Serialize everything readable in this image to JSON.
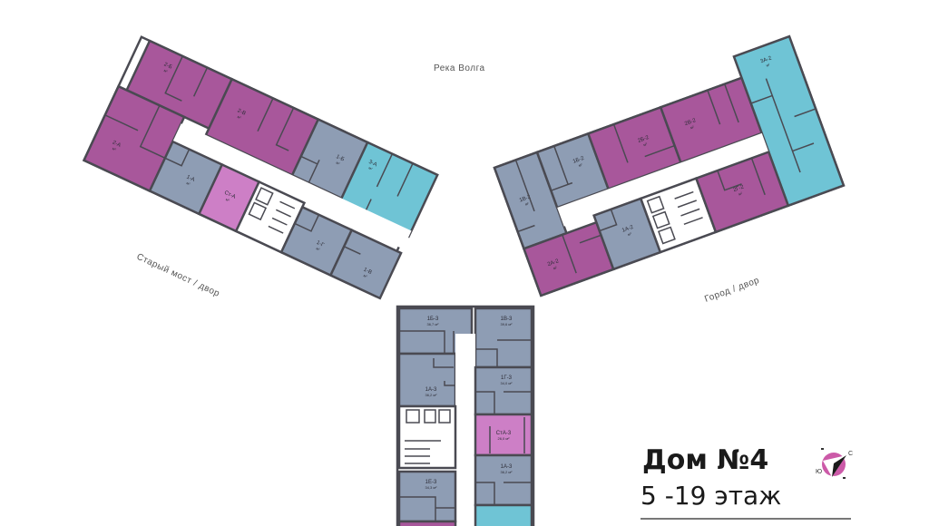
{
  "labels": {
    "river": "Река Волга",
    "left_side": "Старый мост / двор",
    "right_side": "Город / двор"
  },
  "building": {
    "title": "Дом №4",
    "floors": "5 -19 этаж"
  },
  "compass": {
    "north": "С",
    "south": "Ю"
  },
  "colors": {
    "two_room": "#a8579b",
    "one_room": "#8e9db4",
    "three_room": "#6fc4d5",
    "studio": "#cd7fc6"
  },
  "left_wing": {
    "units": [
      {
        "name": "2-Б",
        "area": "м²"
      },
      {
        "name": "2-В",
        "area": "м²"
      },
      {
        "name": "1-Б",
        "area": "м²"
      },
      {
        "name": "3-А",
        "area": "м²"
      },
      {
        "name": "2-А",
        "area": "м²"
      },
      {
        "name": "1-А",
        "area": "м²"
      },
      {
        "name": "Ст-А",
        "area": "м²"
      },
      {
        "name": "1-Г",
        "area": "м²"
      },
      {
        "name": "1-В",
        "area": "м²"
      }
    ]
  },
  "right_wing": {
    "units": [
      {
        "name": "1В-2",
        "area": "м²"
      },
      {
        "name": "1Б-2",
        "area": "м²"
      },
      {
        "name": "2Б-2",
        "area": "м²"
      },
      {
        "name": "2В-2",
        "area": "м²"
      },
      {
        "name": "3А-2",
        "area": "м²"
      },
      {
        "name": "2А-2",
        "area": "м²"
      },
      {
        "name": "1А-2",
        "area": "м²"
      },
      {
        "name": "2Г-2",
        "area": "м²"
      }
    ]
  },
  "bottom_wing": {
    "units": [
      {
        "name": "1Б-3",
        "area": "36,7 м²"
      },
      {
        "name": "1В-3",
        "area": "39,6 м²"
      },
      {
        "name": "1А-3",
        "area": "36,2 м²"
      },
      {
        "name": "1Г-3",
        "area": "34,0 м²"
      },
      {
        "name": "СтА-3",
        "area": "26,0 м²"
      },
      {
        "name": "1А-3",
        "area": "36,2 м²"
      },
      {
        "name": "1Е-3",
        "area": "34,3 м²"
      }
    ]
  }
}
